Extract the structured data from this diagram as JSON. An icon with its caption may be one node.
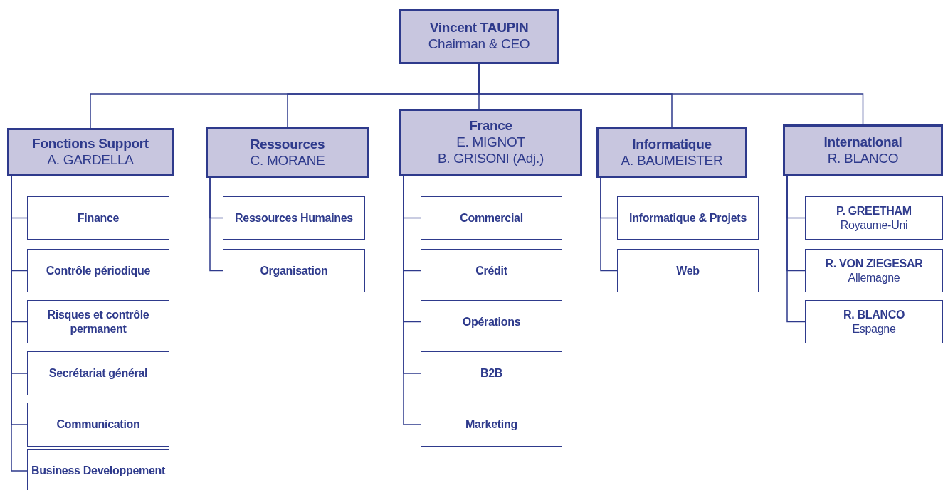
{
  "diagram": {
    "nodes": [
      {
        "text": [
          "Vincent TAUPIN",
          "Chairman & CEO"
        ]
      },
      {
        "text": [
          "Fonctions Support",
          "A. GARDELLA"
        ]
      },
      {
        "text": [
          "Ressources",
          "C. MORANE"
        ]
      },
      {
        "text": [
          "France",
          "E. MIGNOT",
          "B. GRISONI (Adj.)"
        ]
      },
      {
        "text": [
          "Informatique",
          "A. BAUMEISTER"
        ]
      },
      {
        "text": [
          "International",
          "R. BLANCO"
        ]
      },
      {
        "text": [
          "Finance"
        ]
      },
      {
        "text": [
          "Contrôle périodique"
        ]
      },
      {
        "text": [
          "Risques et contrôle permanent"
        ]
      },
      {
        "text": [
          "Secrétariat général"
        ]
      },
      {
        "text": [
          "Communication"
        ]
      },
      {
        "text": [
          "Business Developpement"
        ]
      },
      {
        "text": [
          "Ressources Humaines"
        ]
      },
      {
        "text": [
          "Organisation"
        ]
      },
      {
        "text": [
          "Commercial"
        ]
      },
      {
        "text": [
          "Crédit"
        ]
      },
      {
        "text": [
          "Opérations"
        ]
      },
      {
        "text": [
          "B2B"
        ]
      },
      {
        "text": [
          "Marketing"
        ]
      },
      {
        "text": [
          "Informatique & Projets"
        ]
      },
      {
        "text": [
          "Web"
        ]
      },
      {
        "text": [
          "P. GREETHAM",
          "Royaume-Uni"
        ]
      },
      {
        "text": [
          "R. VON ZIEGESAR",
          "Allemagne"
        ]
      },
      {
        "text": [
          "R. BLANCO",
          "Espagne"
        ]
      }
    ],
    "edges": [
      {
        "from": 0,
        "to": 1,
        "arrow": "none"
      },
      {
        "from": 0,
        "to": 2,
        "arrow": "none"
      },
      {
        "from": 0,
        "to": 3,
        "arrow": "none"
      },
      {
        "from": 0,
        "to": 4,
        "arrow": "none"
      },
      {
        "from": 0,
        "to": 5,
        "arrow": "none"
      },
      {
        "from": 1,
        "to": 6,
        "arrow": "none"
      },
      {
        "from": 1,
        "to": 7,
        "arrow": "none"
      },
      {
        "from": 1,
        "to": 8,
        "arrow": "none"
      },
      {
        "from": 1,
        "to": 9,
        "arrow": "none"
      },
      {
        "from": 1,
        "to": 10,
        "arrow": "none"
      },
      {
        "from": 1,
        "to": 11,
        "arrow": "none"
      },
      {
        "from": 2,
        "to": 12,
        "arrow": "none"
      },
      {
        "from": 2,
        "to": 13,
        "arrow": "none"
      },
      {
        "from": 3,
        "to": 14,
        "arrow": "none"
      },
      {
        "from": 3,
        "to": 15,
        "arrow": "none"
      },
      {
        "from": 3,
        "to": 16,
        "arrow": "none"
      },
      {
        "from": 3,
        "to": 17,
        "arrow": "none"
      },
      {
        "from": 3,
        "to": 18,
        "arrow": "none"
      },
      {
        "from": 4,
        "to": 19,
        "arrow": "none"
      },
      {
        "from": 4,
        "to": 20,
        "arrow": "none"
      },
      {
        "from": 5,
        "to": 21,
        "arrow": "none"
      },
      {
        "from": 5,
        "to": 22,
        "arrow": "none"
      },
      {
        "from": 5,
        "to": 23,
        "arrow": "none"
      }
    ]
  }
}
